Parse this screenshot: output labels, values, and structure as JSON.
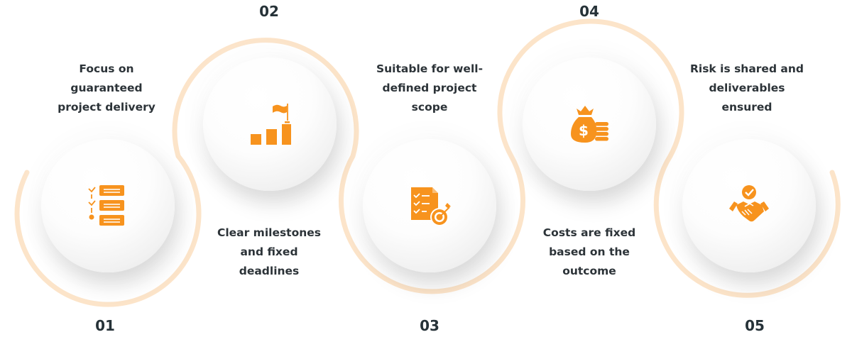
{
  "colors": {
    "accent": "#f7931e",
    "arc": "#fce4c9",
    "text": "#2c3338"
  },
  "steps": [
    {
      "number": "01",
      "text": "Focus on guaranteed project delivery",
      "icon": "checklist-steps-icon"
    },
    {
      "number": "02",
      "text": "Clear milestones and fixed deadlines",
      "icon": "growth-bars-flag-icon"
    },
    {
      "number": "03",
      "text": "Suitable for well-defined project scope",
      "icon": "document-target-icon"
    },
    {
      "number": "04",
      "text": "Costs are fixed based on the outcome",
      "icon": "money-bag-coins-icon"
    },
    {
      "number": "05",
      "text": "Risk is shared and deliverables ensured",
      "icon": "handshake-check-icon"
    }
  ]
}
